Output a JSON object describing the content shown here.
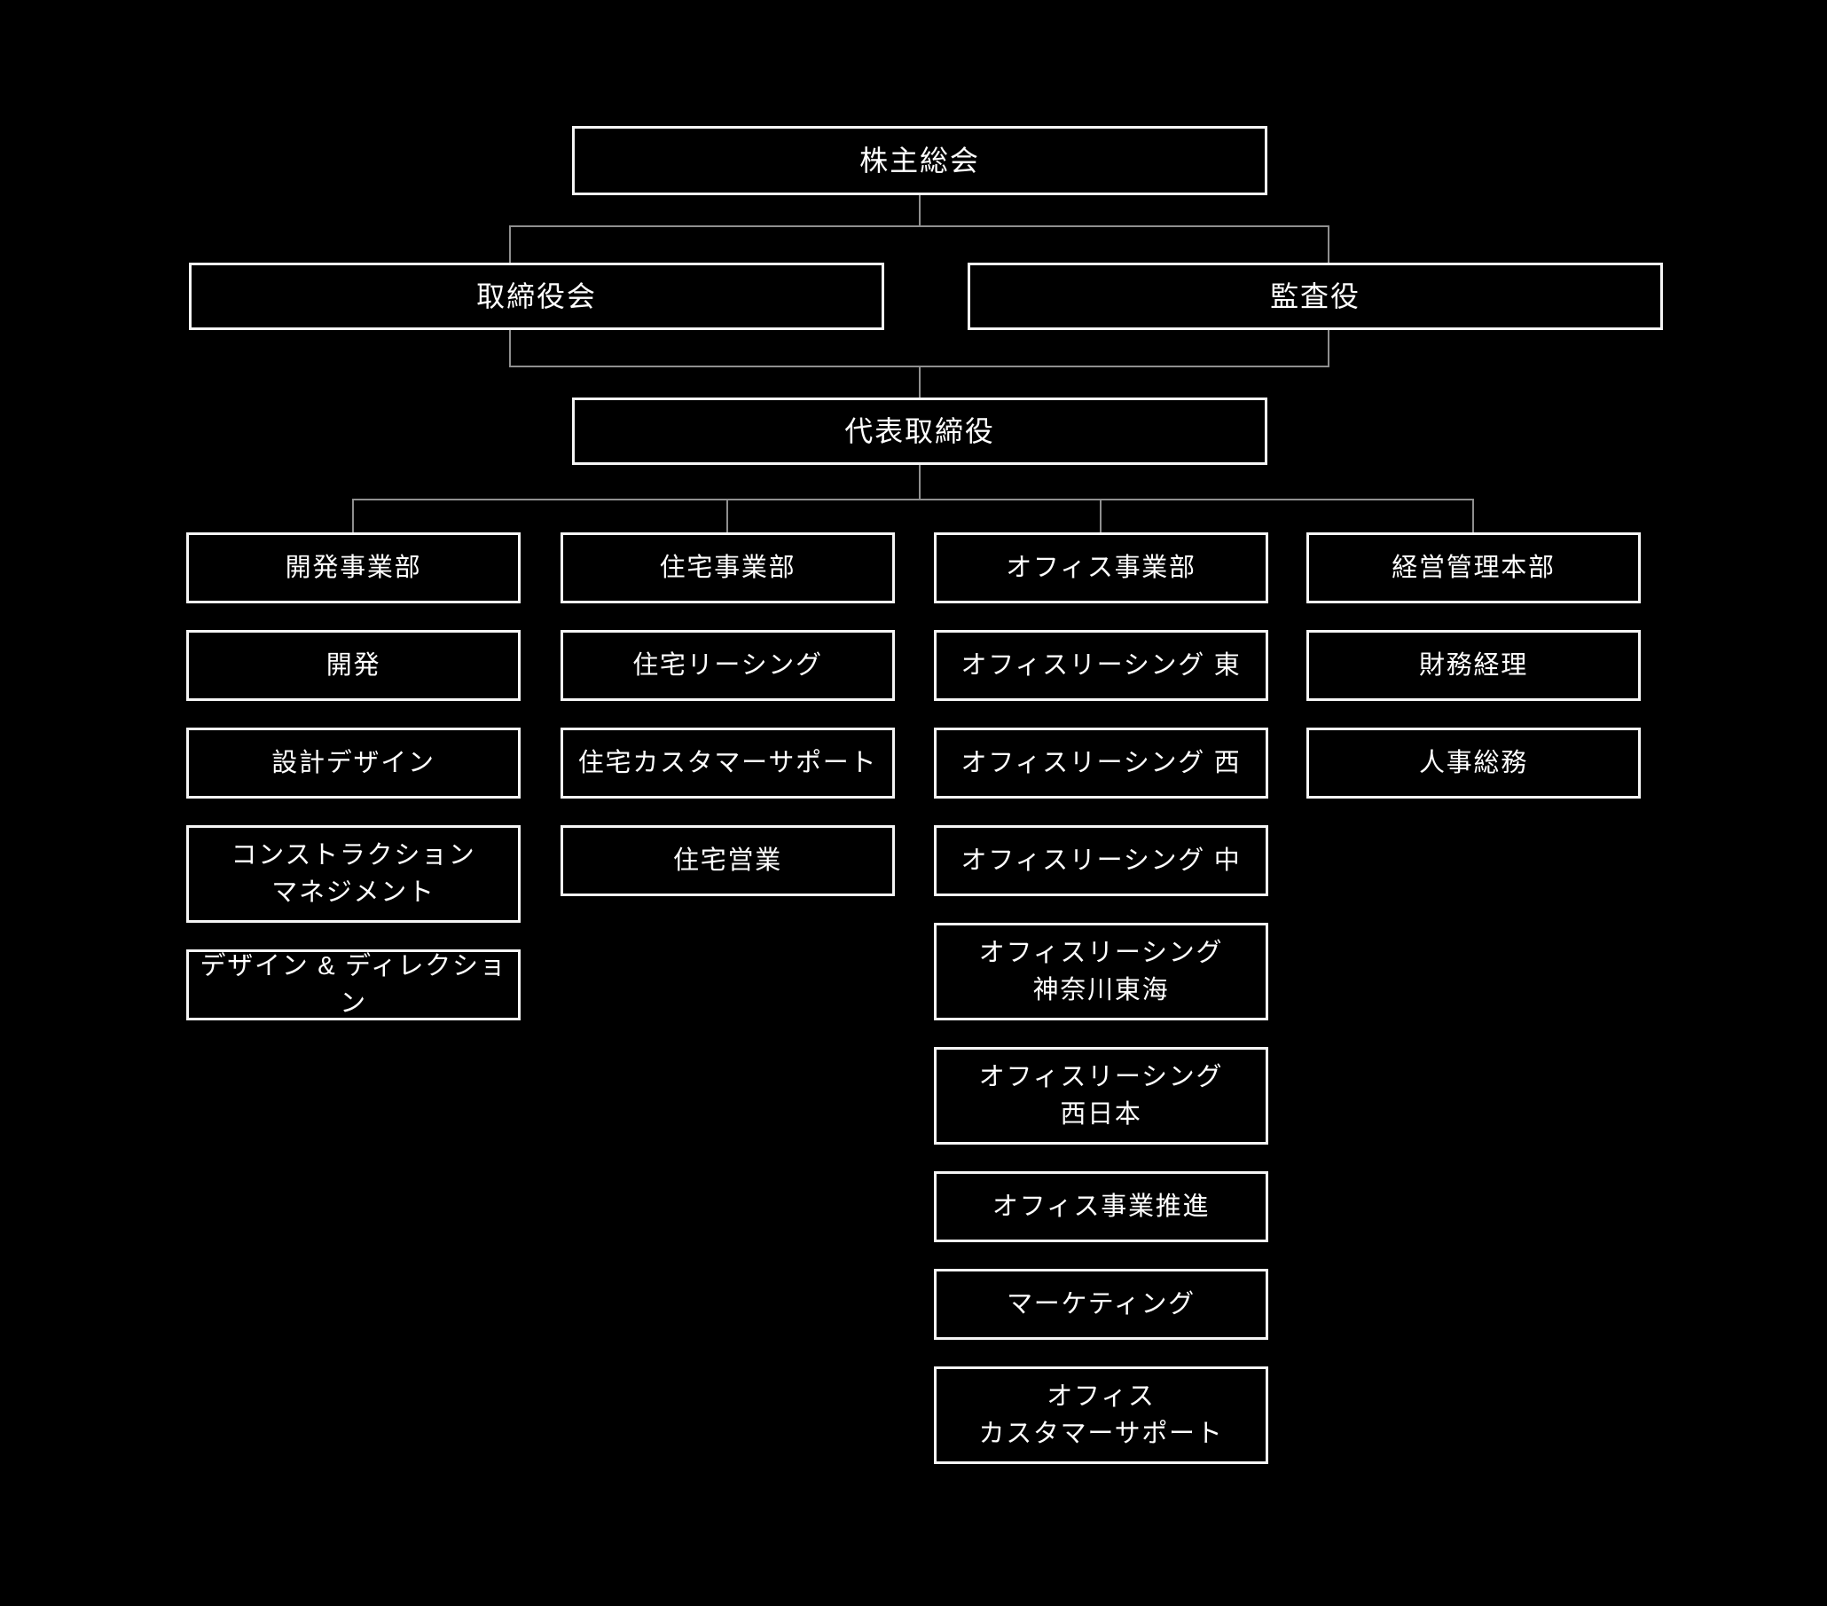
{
  "org_chart": {
    "level1": {
      "label": "株主総会"
    },
    "level2": [
      {
        "label": "取締役会"
      },
      {
        "label": "監査役"
      }
    ],
    "level3": {
      "label": "代表取締役"
    },
    "columns": [
      {
        "head": "開発事業部",
        "children": [
          "開発",
          "設計デザイン",
          "コンストラクション\nマネジメント",
          "デザイン & ディレクション"
        ]
      },
      {
        "head": "住宅事業部",
        "children": [
          "住宅リーシング",
          "住宅カスタマーサポート",
          "住宅営業"
        ]
      },
      {
        "head": "オフィス事業部",
        "children": [
          "オフィスリーシング 東",
          "オフィスリーシング 西",
          "オフィスリーシング 中",
          "オフィスリーシング\n神奈川東海",
          "オフィスリーシング\n西日本",
          "オフィス事業推進",
          "マーケティング",
          "オフィス\nカスタマーサポート"
        ]
      },
      {
        "head": "経営管理本部",
        "children": [
          "財務経理",
          "人事総務"
        ]
      }
    ],
    "colors": {
      "background": "#000000",
      "box_fill": "#000000",
      "box_border": "#f5f5f5",
      "text": "#ffffff",
      "connector": "#8f8f8f"
    }
  }
}
